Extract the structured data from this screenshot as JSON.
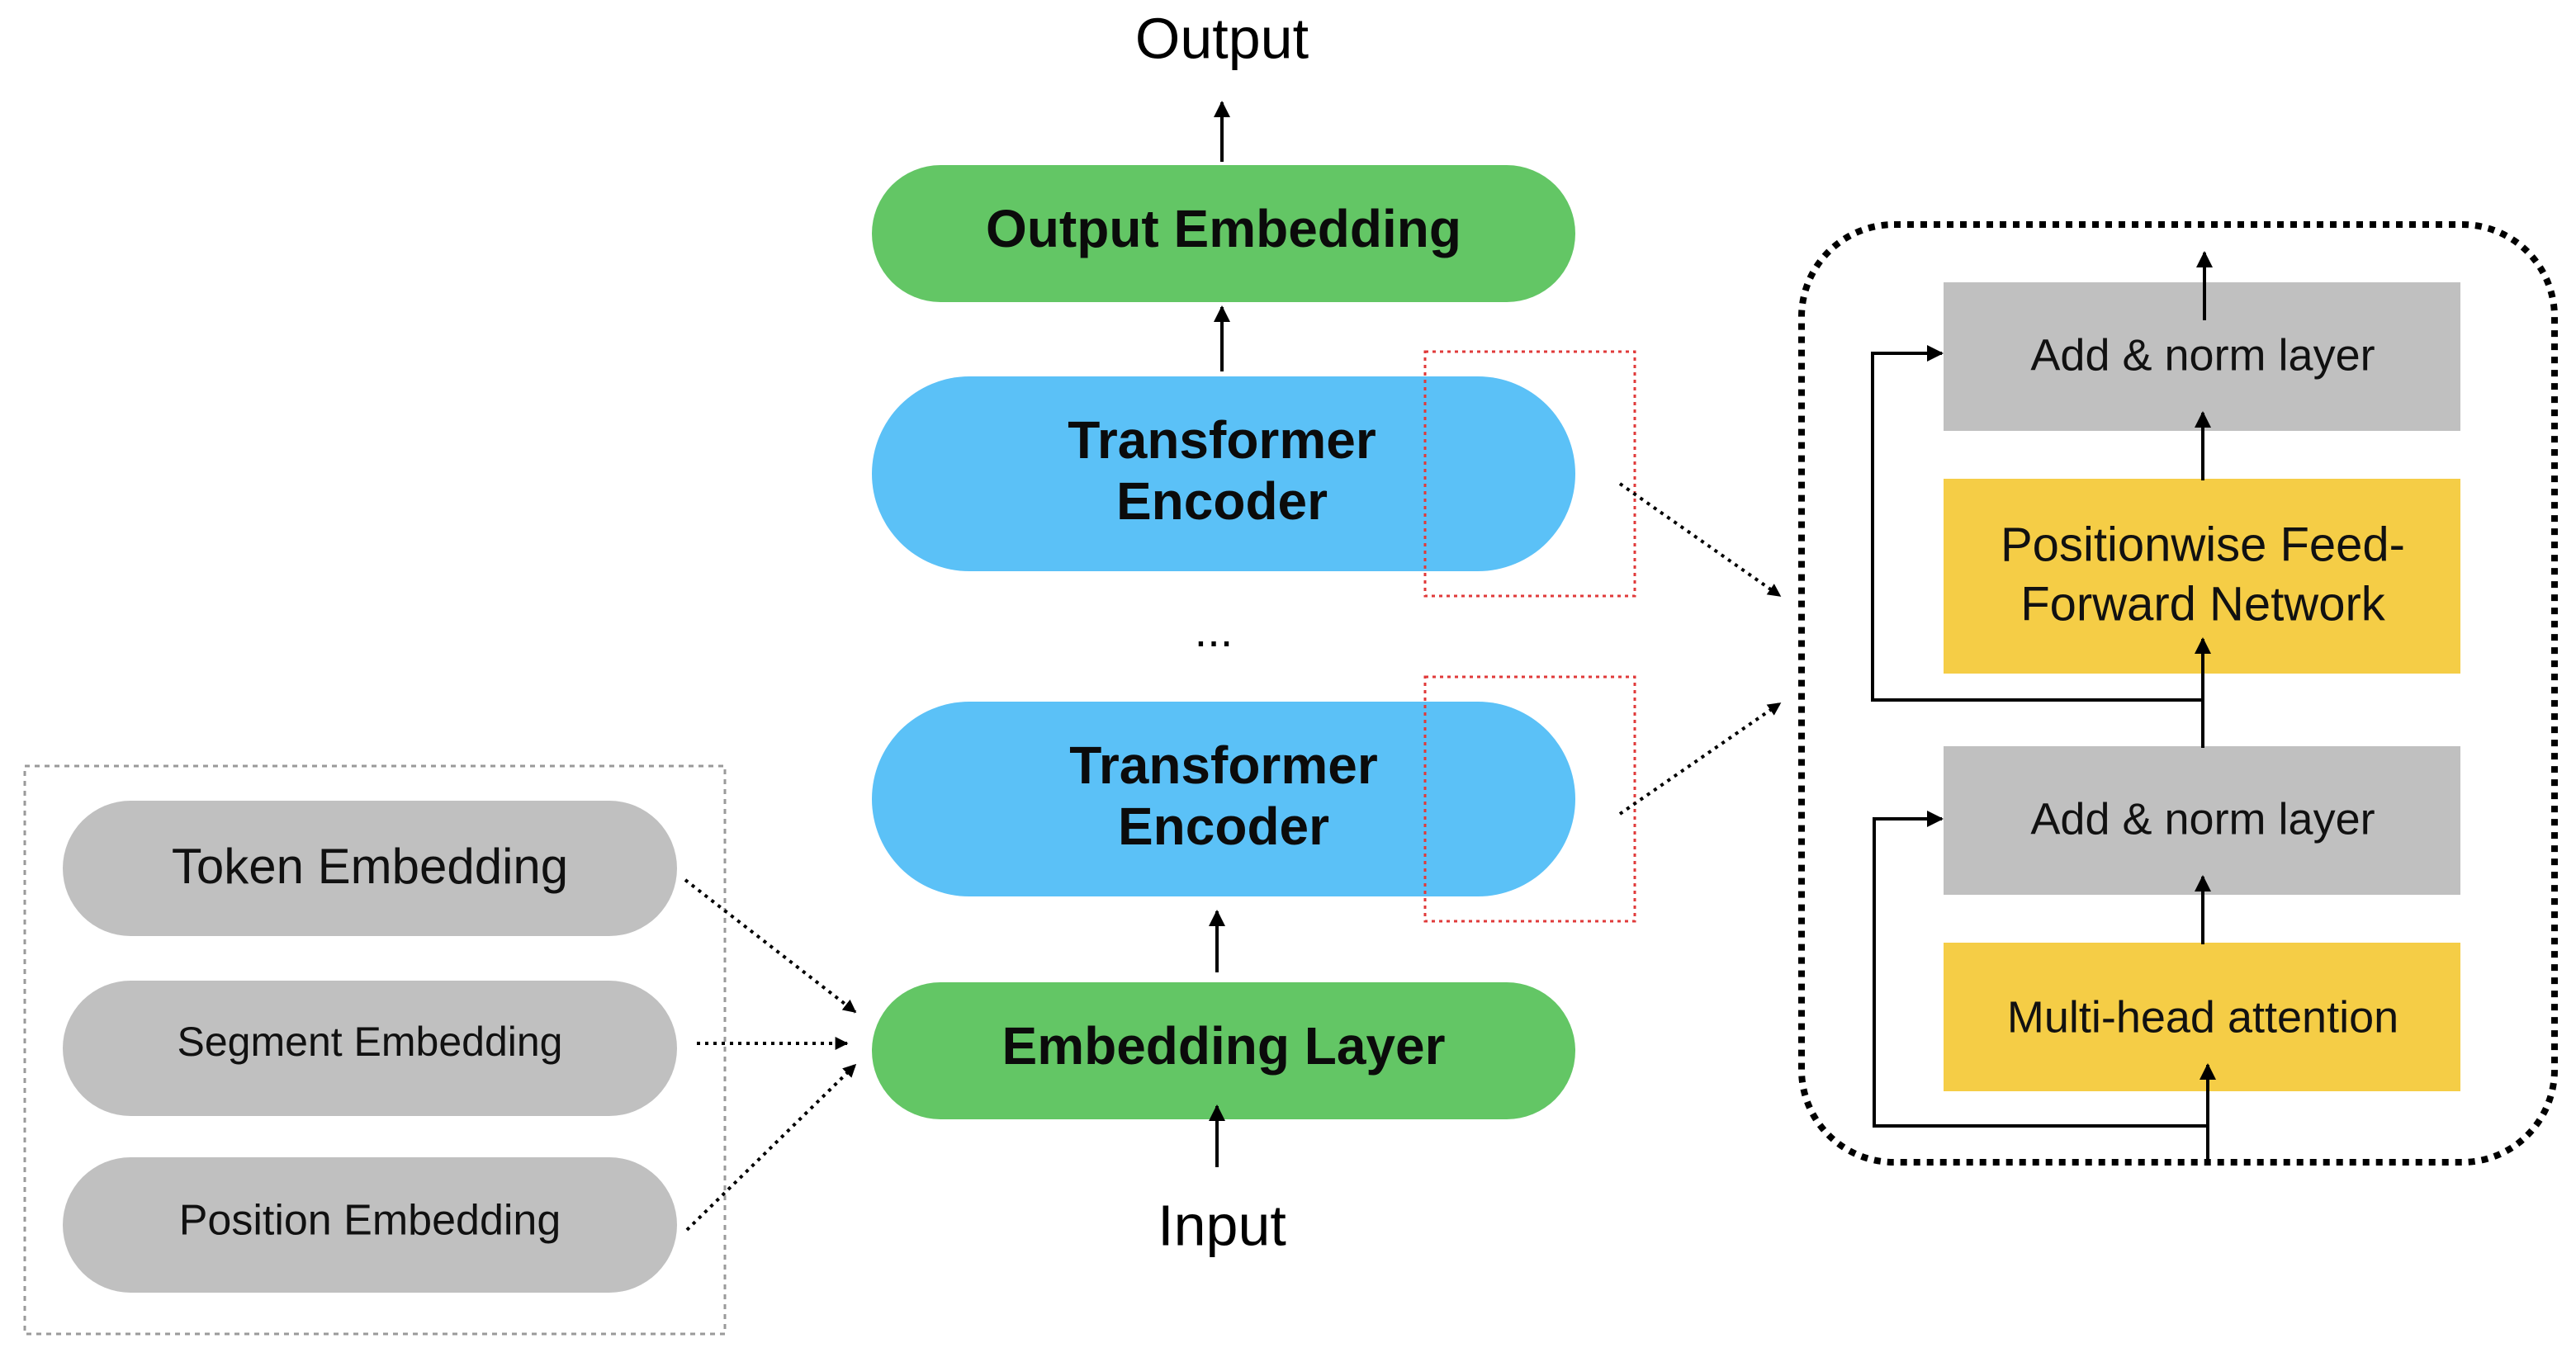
{
  "labels": {
    "output": "Output",
    "input": "Input",
    "ellipsis": "...",
    "output_embedding": "Output Embedding",
    "embedding_layer": "Embedding Layer",
    "encoder_top_line1": "Transformer",
    "encoder_top_line2": "Encoder",
    "encoder_bottom_line1": "Transformer",
    "encoder_bottom_line2": "Encoder",
    "token_embedding": "Token Embedding",
    "segment_embedding": "Segment Embedding",
    "position_embedding": "Position Embedding",
    "add_norm_top": "Add & norm layer",
    "ffn_line1": "Positionwise Feed-",
    "ffn_line2": "Forward Network",
    "add_norm_bottom": "Add & norm layer",
    "multi_head": "Multi-head attention"
  },
  "colors": {
    "green": "#63c665",
    "blue": "#5bc1f7",
    "gray": "#c0c0c0",
    "yellow": "#f5cd46",
    "highlight_red": "#e03a3a",
    "line": "#000000",
    "panel_border": "#9a9a9a"
  }
}
